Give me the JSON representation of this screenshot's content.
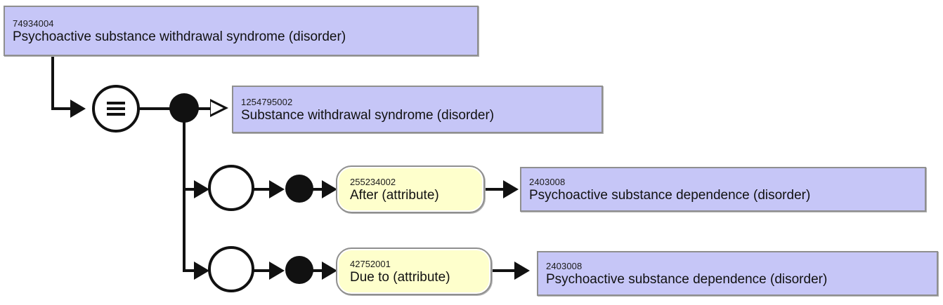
{
  "diagram": {
    "kind": "snomed-concept-model-diagram",
    "palette": {
      "concept_fill": "#c6c6f7",
      "attribute_fill": "#feffcc",
      "box_border": "#8f8f8f",
      "line": "#111111",
      "background": "#ffffff"
    },
    "focus_concept": {
      "sctid": "74934004",
      "term": "Psychoactive substance withdrawal syndrome (disorder)"
    },
    "definition_status": {
      "symbol": "equivalent-to",
      "glyph": "≡",
      "meaning": "Sufficiently defined (equivalent to)"
    },
    "parents": [
      {
        "relationship": "is-a",
        "sctid": "1254795002",
        "term": "Substance withdrawal syndrome (disorder)"
      }
    ],
    "role_groups": [
      {
        "group": 1,
        "attribute": {
          "sctid": "255234002",
          "term": "After (attribute)"
        },
        "value": {
          "sctid": "2403008",
          "term": "Psychoactive substance dependence (disorder)"
        }
      },
      {
        "group": 2,
        "attribute": {
          "sctid": "42752001",
          "term": "Due to (attribute)"
        },
        "value": {
          "sctid": "2403008",
          "term": "Psychoactive substance dependence (disorder)"
        }
      }
    ]
  }
}
